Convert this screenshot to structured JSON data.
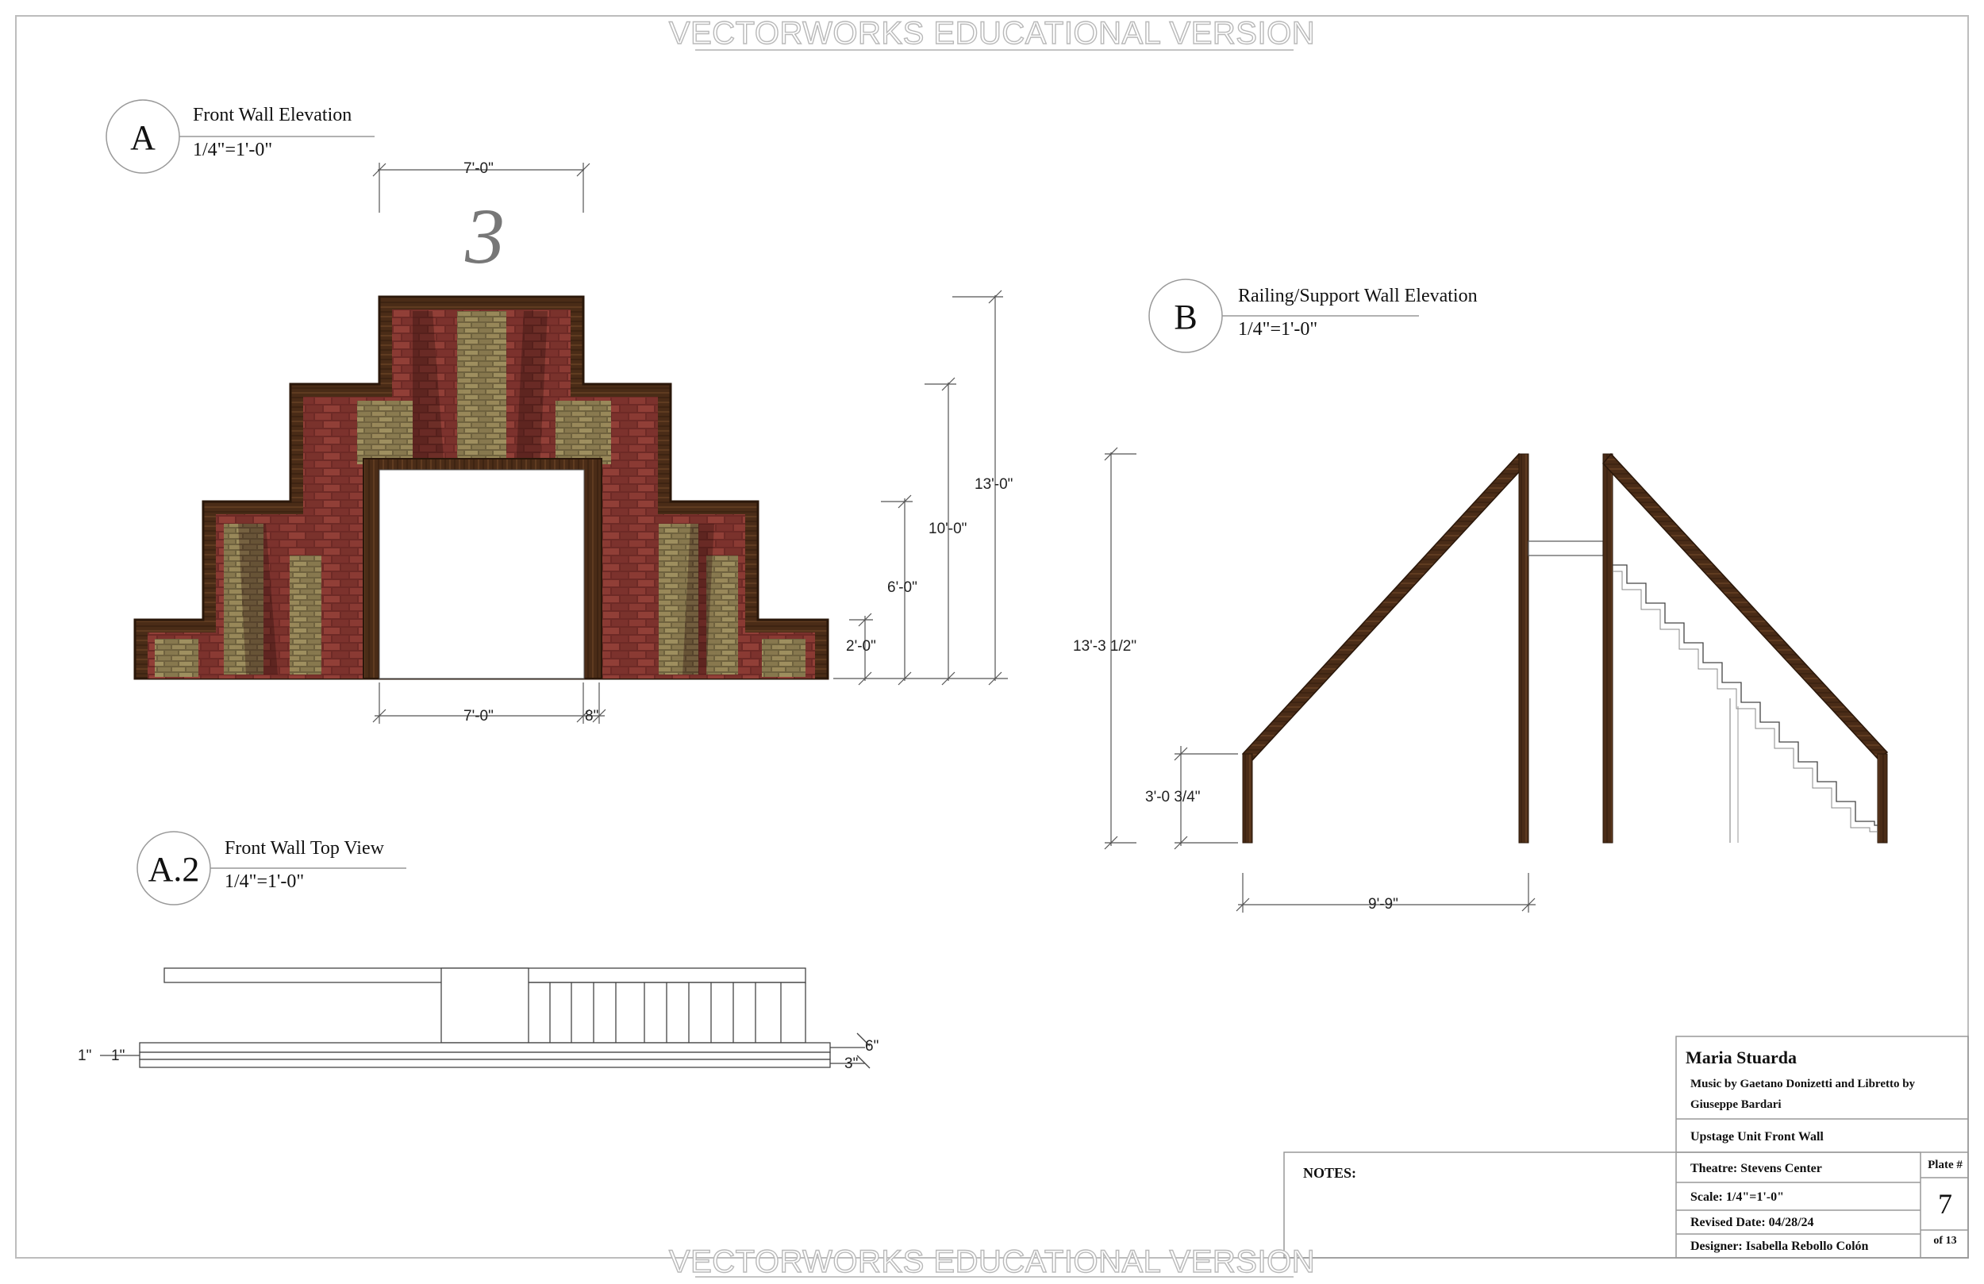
{
  "watermark": "VECTORWORKS EDUCATIONAL VERSION",
  "colors": {
    "wood": "#4a2c17",
    "woodDark": "#2e1a0c",
    "brick": "#7a2f2a",
    "mortar": "#8c8152",
    "line": "#555555"
  },
  "views": {
    "a": {
      "marker": "A",
      "title": "Front Wall Elevation",
      "scale": "1/4\"=1'-0\""
    },
    "b": {
      "marker": "B",
      "title": "Railing/Support Wall Elevation",
      "scale": "1/4\"=1'-0\""
    },
    "a2": {
      "marker": "A.2",
      "title": "Front Wall Top View",
      "scale": "1/4\"=1'-0\""
    }
  },
  "dimensions": {
    "a_top_width": "7'-0\"",
    "a_opening_width": "7'-0\"",
    "a_frame": "8\"",
    "a_h1": "2'-0\"",
    "a_h2": "6'-0\"",
    "a_h3": "10'-0\"",
    "a_h4": "13'-0\"",
    "b_height": "13'-3 1/2\"",
    "b_low": "3'-0 3/4\"",
    "b_width": "9'-9\"",
    "a2_left1": "1\"",
    "a2_left2": "1\"",
    "a2_right1": "6\"",
    "a2_right2": "3\""
  },
  "sketch_glyph": "3",
  "notes_label": "NOTES:",
  "title_block": {
    "production": "Maria Stuarda",
    "credit_line1": "Music by Gaetano Donizetti and Libretto by",
    "credit_line2": "Giuseppe Bardari",
    "drawing": "Upstage Unit Front Wall",
    "theatre": "Theatre: Stevens Center",
    "scale": "Scale: 1/4\"=1'-0\"",
    "revised": "Revised Date: 04/28/24",
    "designer": "Designer: Isabella Rebollo Colón",
    "plate_label": "Plate #",
    "plate_number": "7",
    "plate_total": "of 13"
  }
}
